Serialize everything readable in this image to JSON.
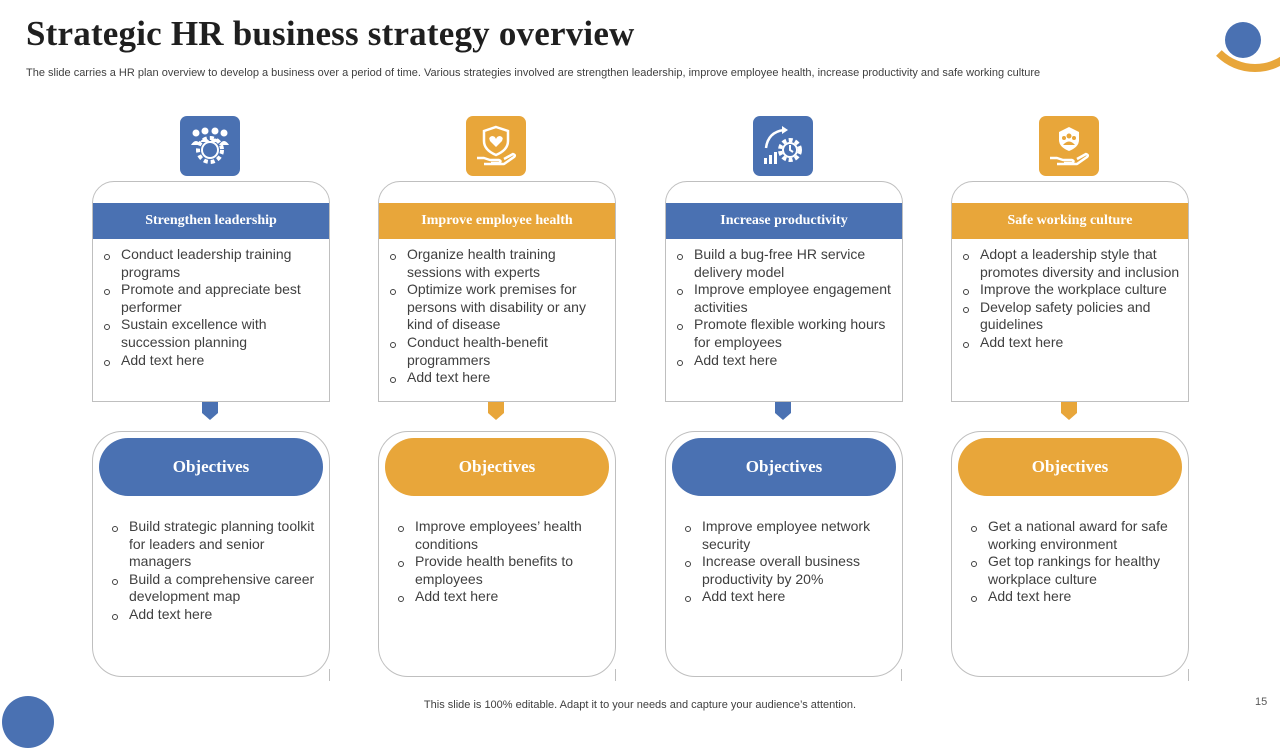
{
  "title": "Strategic HR business strategy overview",
  "subtitle": "The slide carries a HR plan overview to develop a business over a period of time. Various strategies involved are strengthen leadership, improve employee health, increase productivity and safe working culture",
  "footer": "This slide is 100% editable. Adapt it to your needs and capture your audience’s attention.",
  "page_number": "15",
  "colors": {
    "blue": "#4a71b2",
    "gold": "#e8a63a"
  },
  "columns": [
    {
      "icon": "team-gear-icon",
      "color": "#4a71b2",
      "header": "Strengthen leadership",
      "items": [
        "Conduct leadership training programs",
        "Promote and appreciate best performer",
        "Sustain excellence with succession planning",
        "Add text here"
      ],
      "objectives_label": "Objectives",
      "objectives": [
        "Build strategic planning toolkit for leaders and senior managers",
        "Build a comprehensive career development map",
        "Add text here"
      ]
    },
    {
      "icon": "health-shield-hand-icon",
      "color": "#e8a63a",
      "header": "Improve  employee health",
      "items": [
        "Organize health training sessions with experts",
        "Optimize work premises for persons with disability or any kind of disease",
        "Conduct health-benefit programmers",
        "Add text here"
      ],
      "objectives_label": "Objectives",
      "objectives": [
        "Improve employees’ health conditions",
        "Provide health benefits to employees",
        "Add text here"
      ]
    },
    {
      "icon": "productivity-gear-chart-icon",
      "color": "#4a71b2",
      "header": "Increase productivity",
      "items": [
        "Build a bug-free HR service delivery model",
        "Improve employee engagement activities",
        "Promote flexible working hours for employees",
        "Add text here"
      ],
      "objectives_label": "Objectives",
      "objectives": [
        "Improve employee network security",
        "Increase overall business productivity by 20%",
        "Add text here"
      ]
    },
    {
      "icon": "safety-people-hand-icon",
      "color": "#e8a63a",
      "header": "Safe working  culture",
      "items": [
        "Adopt a leadership style that promotes diversity and inclusion",
        "Improve the workplace culture",
        "Develop safety policies and guidelines",
        "Add text here"
      ],
      "objectives_label": "Objectives",
      "objectives": [
        "Get a national award for safe working environment",
        "Get top rankings for healthy workplace culture",
        "Add text here"
      ]
    }
  ]
}
